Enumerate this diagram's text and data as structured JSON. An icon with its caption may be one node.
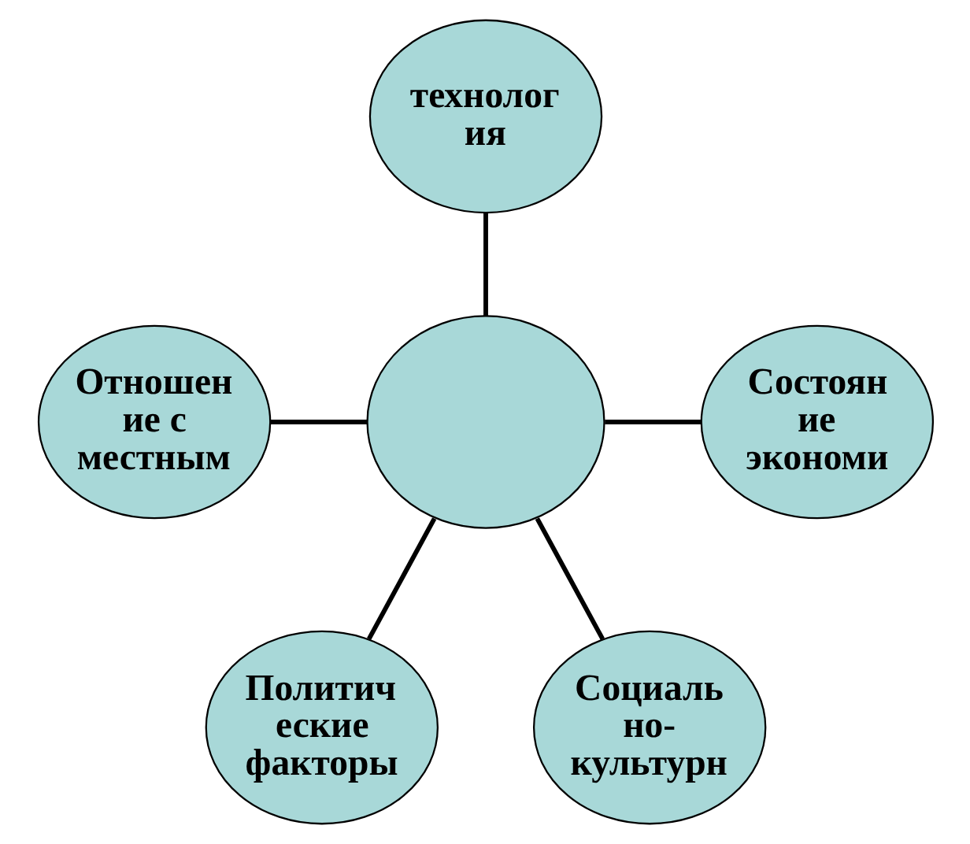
{
  "diagram": {
    "nodes": [
      {
        "text": [
          "технолог ия"
        ]
      },
      {
        "text": [
          "Отношен ие с местным"
        ]
      },
      {
        "text": [
          "Состоян ие экономи"
        ]
      },
      {
        "text": [],
        "shape": "circle"
      },
      {
        "text": [
          "Политич еские факторы"
        ]
      },
      {
        "text": [
          "Социаль но- культурн"
        ]
      }
    ],
    "edges": [
      {
        "from": 3,
        "to": 0,
        "arrow": "none"
      },
      {
        "from": 3,
        "to": 1,
        "arrow": "none"
      },
      {
        "from": 3,
        "to": 2,
        "arrow": "none"
      },
      {
        "from": 3,
        "to": 4,
        "arrow": "none"
      },
      {
        "from": 3,
        "to": 5,
        "arrow": "none"
      }
    ]
  }
}
